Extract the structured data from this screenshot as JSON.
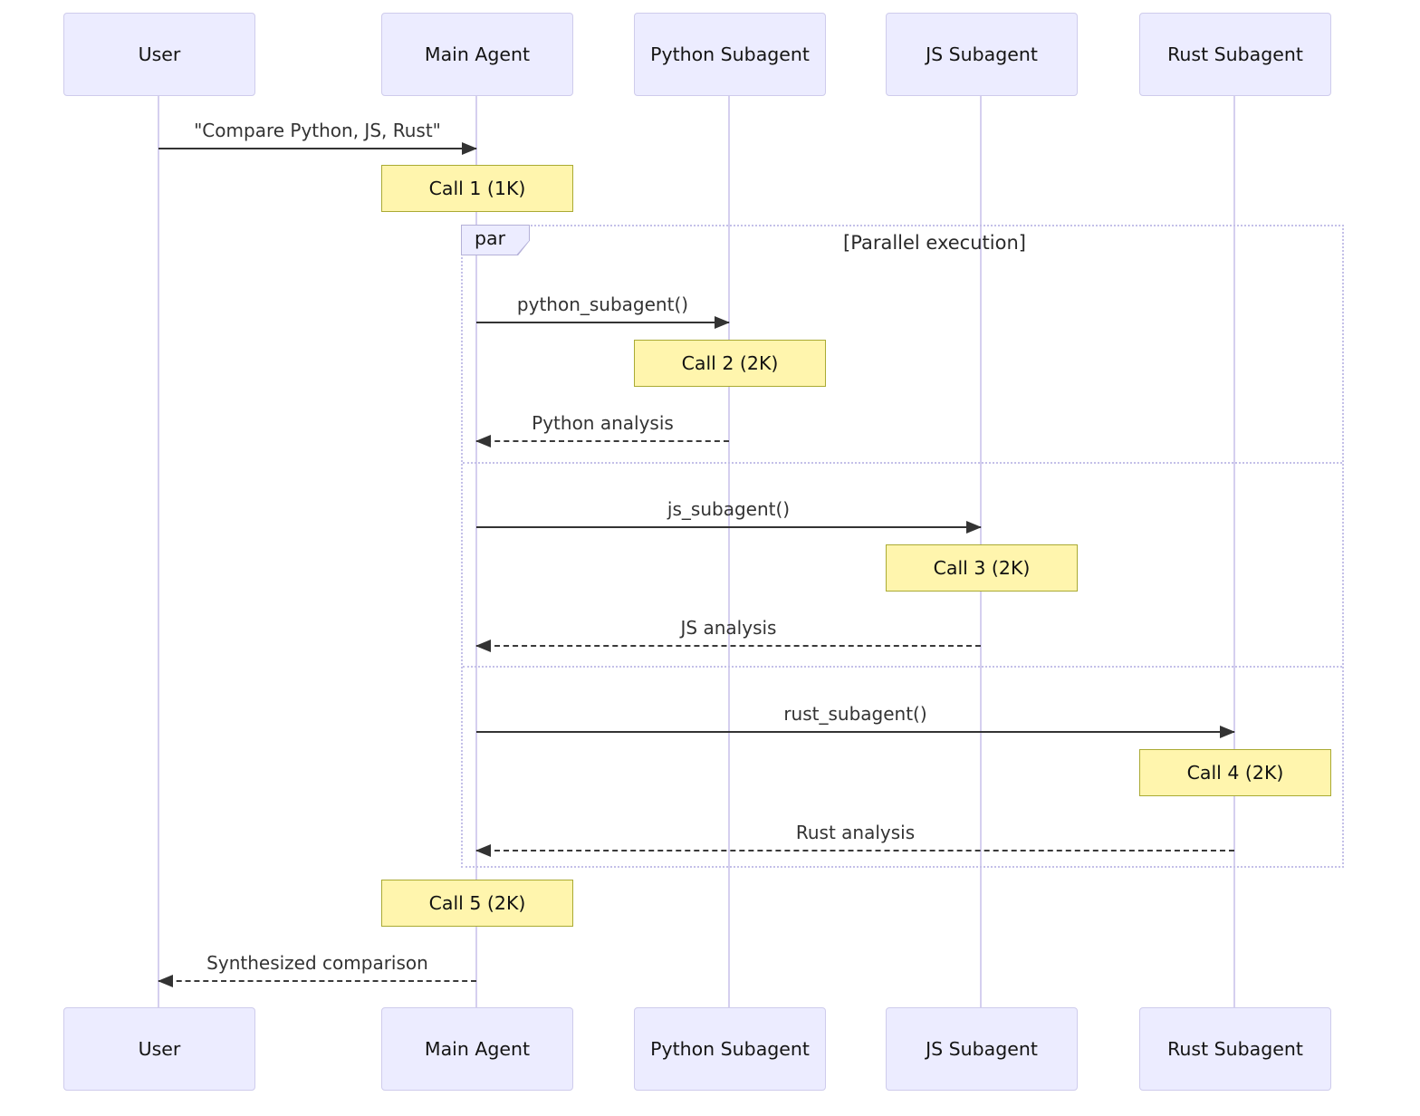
{
  "diagram": {
    "type": "sequence-diagram",
    "actors": [
      {
        "id": "user",
        "label": "User"
      },
      {
        "id": "main-agent",
        "label": "Main Agent"
      },
      {
        "id": "python-subagent",
        "label": "Python Subagent"
      },
      {
        "id": "js-subagent",
        "label": "JS Subagent"
      },
      {
        "id": "rust-subagent",
        "label": "Rust Subagent"
      }
    ],
    "messages": [
      {
        "from": "User",
        "to": "Main Agent",
        "style": "solid",
        "label": "\"Compare Python, JS, Rust\""
      },
      {
        "from": "Main Agent",
        "to": "Python Subagent",
        "style": "solid",
        "label": "python_subagent()"
      },
      {
        "from": "Python Subagent",
        "to": "Main Agent",
        "style": "dashed",
        "label": "Python analysis"
      },
      {
        "from": "Main Agent",
        "to": "JS Subagent",
        "style": "solid",
        "label": "js_subagent()"
      },
      {
        "from": "JS Subagent",
        "to": "Main Agent",
        "style": "dashed",
        "label": "JS analysis"
      },
      {
        "from": "Main Agent",
        "to": "Rust Subagent",
        "style": "solid",
        "label": "rust_subagent()"
      },
      {
        "from": "Rust Subagent",
        "to": "Main Agent",
        "style": "dashed",
        "label": "Rust analysis"
      },
      {
        "from": "Main Agent",
        "to": "User",
        "style": "dashed",
        "label": "Synthesized comparison"
      }
    ],
    "notes": [
      {
        "over": "Main Agent",
        "label": "Call 1 (1K)"
      },
      {
        "over": "Python Subagent",
        "label": "Call 2 (2K)"
      },
      {
        "over": "JS Subagent",
        "label": "Call 3 (2K)"
      },
      {
        "over": "Rust Subagent",
        "label": "Call 4 (2K)"
      },
      {
        "over": "Main Agent",
        "label": "Call 5 (2K)"
      }
    ],
    "par_block": {
      "label": "par",
      "title": "[Parallel execution]"
    },
    "colors": {
      "actor_fill": "#ECECFF",
      "actor_border": "#CFCCEC",
      "note_fill": "#FFF5AD",
      "note_border": "#AAAA33",
      "frame_border": "#C4C0E8",
      "lifeline": "#D5CFEF",
      "line": "#333333",
      "text": "#333333"
    }
  }
}
